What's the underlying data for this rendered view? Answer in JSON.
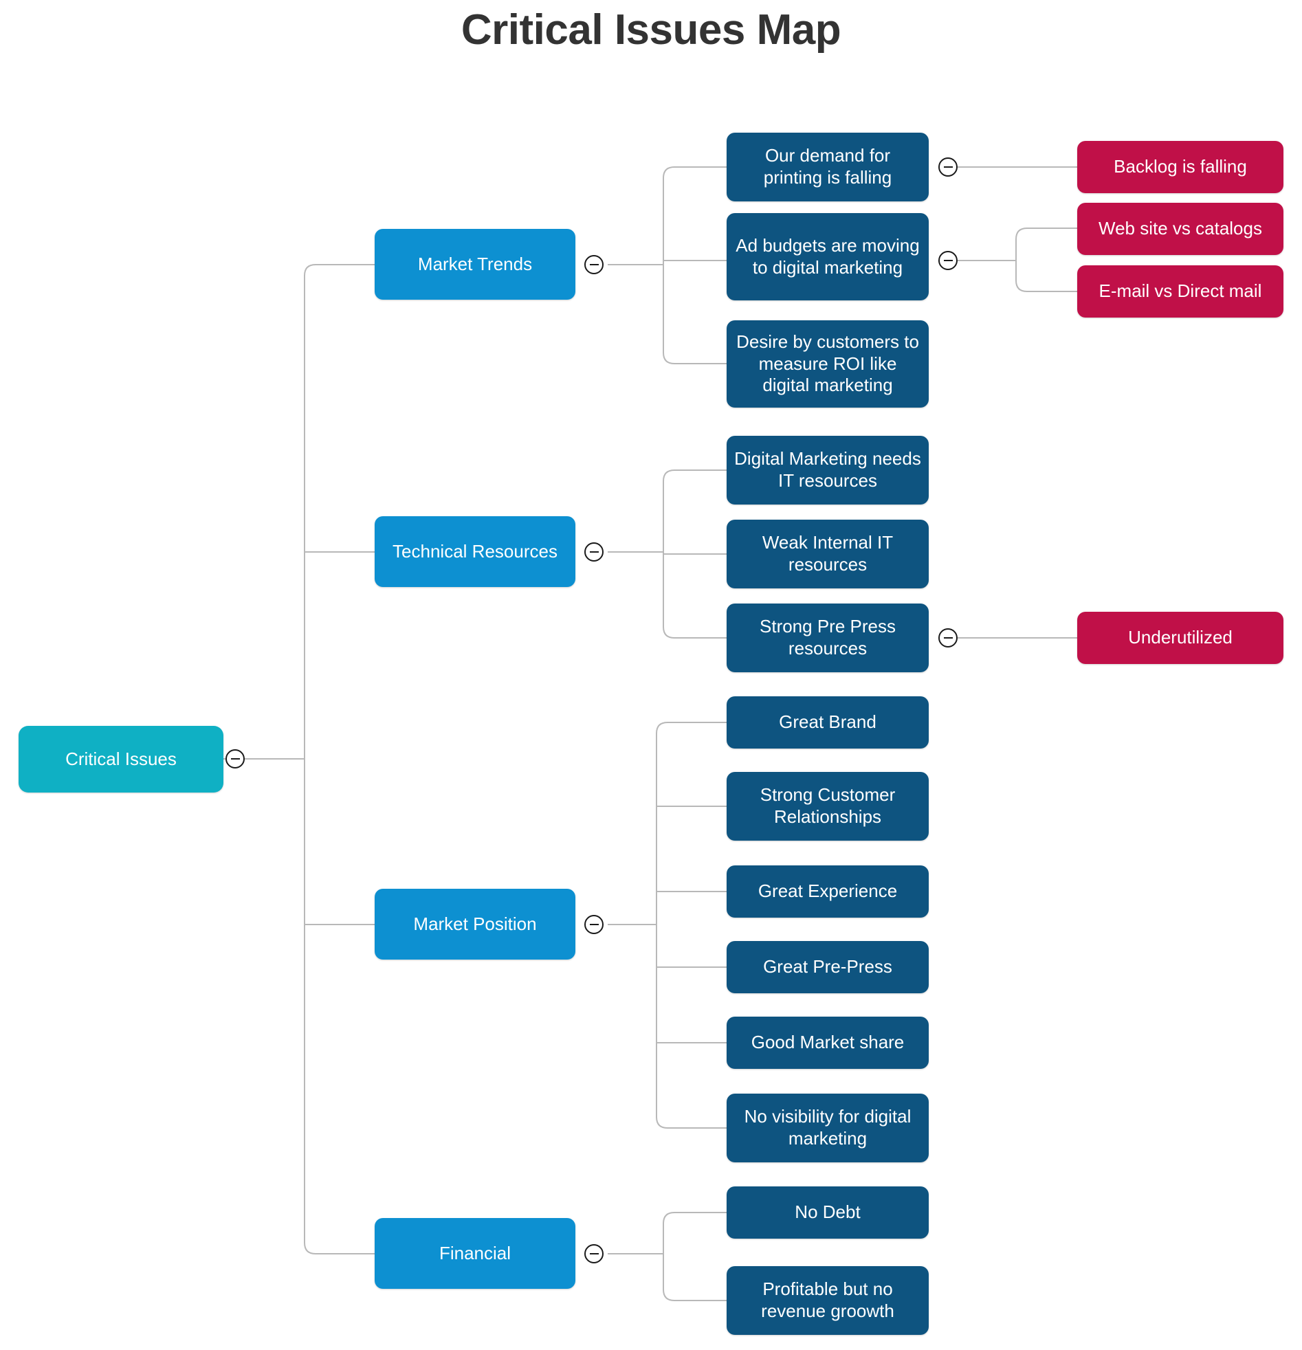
{
  "page": {
    "title": "Critical Issues Map",
    "background": "#ffffff"
  },
  "colors": {
    "root": "#0FB0C4",
    "branch": "#0D90D1",
    "leaf": "#0E5480",
    "sub": "#C01048",
    "connector": "#b8b8b8",
    "title_text": "#333333",
    "node_text": "#ffffff"
  },
  "mindmap": {
    "root": {
      "label": "Critical Issues",
      "toggle_icon": "minus-circle-icon",
      "expanded": true
    },
    "branches": [
      {
        "label": "Market Trends",
        "toggle_icon": "minus-circle-icon",
        "expanded": true,
        "children": [
          {
            "label": "Our demand for printing is falling",
            "toggle_icon": "minus-circle-icon",
            "expanded": true,
            "children": [
              {
                "label": "Backlog is falling"
              }
            ]
          },
          {
            "label": "Ad budgets are moving to digital marketing",
            "toggle_icon": "minus-circle-icon",
            "expanded": true,
            "children": [
              {
                "label": "Web site vs catalogs"
              },
              {
                "label": "E-mail vs Direct mail"
              }
            ]
          },
          {
            "label": "Desire by customers to measure ROI like digital marketing",
            "children": []
          }
        ]
      },
      {
        "label": "Technical Resources",
        "toggle_icon": "minus-circle-icon",
        "expanded": true,
        "children": [
          {
            "label": "Digital Marketing needs IT resources",
            "children": []
          },
          {
            "label": "Weak Internal IT resources",
            "children": []
          },
          {
            "label": "Strong Pre Press resources",
            "toggle_icon": "minus-circle-icon",
            "expanded": true,
            "children": [
              {
                "label": "Underutilized"
              }
            ]
          }
        ]
      },
      {
        "label": "Market Position",
        "toggle_icon": "minus-circle-icon",
        "expanded": true,
        "children": [
          {
            "label": "Great Brand",
            "children": []
          },
          {
            "label": "Strong Customer Relationships",
            "children": []
          },
          {
            "label": "Great Experience",
            "children": []
          },
          {
            "label": "Great Pre-Press",
            "children": []
          },
          {
            "label": "Good Market share",
            "children": []
          },
          {
            "label": "No visibility for digital marketing",
            "children": []
          }
        ]
      },
      {
        "label": "Financial",
        "toggle_icon": "minus-circle-icon",
        "expanded": true,
        "children": [
          {
            "label": "No Debt",
            "children": []
          },
          {
            "label": "Profitable but no revenue groowth",
            "children": []
          }
        ]
      }
    ]
  }
}
